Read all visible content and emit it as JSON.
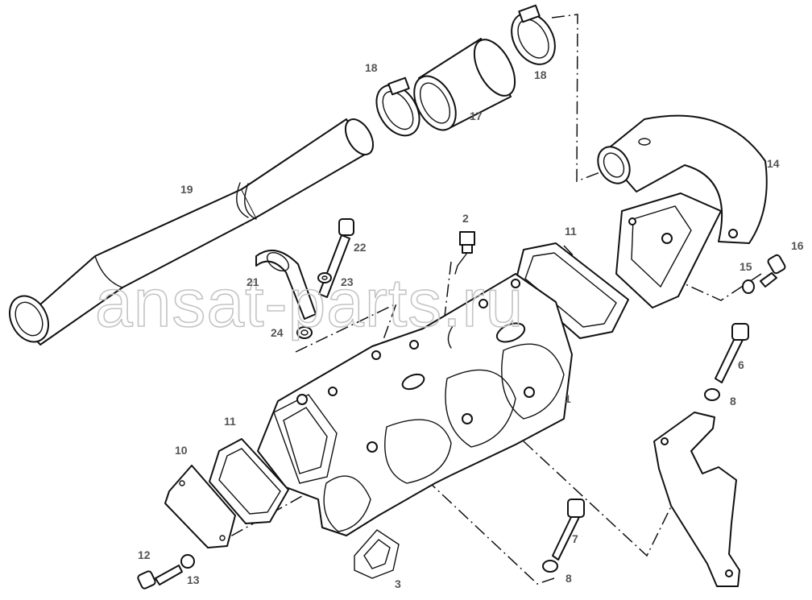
{
  "watermark": "ansat-parts.ru",
  "callouts": {
    "c1": "1",
    "c2": "2",
    "c3": "3",
    "c6": "6",
    "c7": "7",
    "c8a": "8",
    "c8b": "8",
    "c10": "10",
    "c11a": "11",
    "c11b": "11",
    "c12": "12",
    "c13": "13",
    "c14": "14",
    "c15": "15",
    "c16": "16",
    "c17": "17",
    "c18a": "18",
    "c18b": "18",
    "c19": "19",
    "c21": "21",
    "c22": "22",
    "c23": "23",
    "c24": "24"
  }
}
